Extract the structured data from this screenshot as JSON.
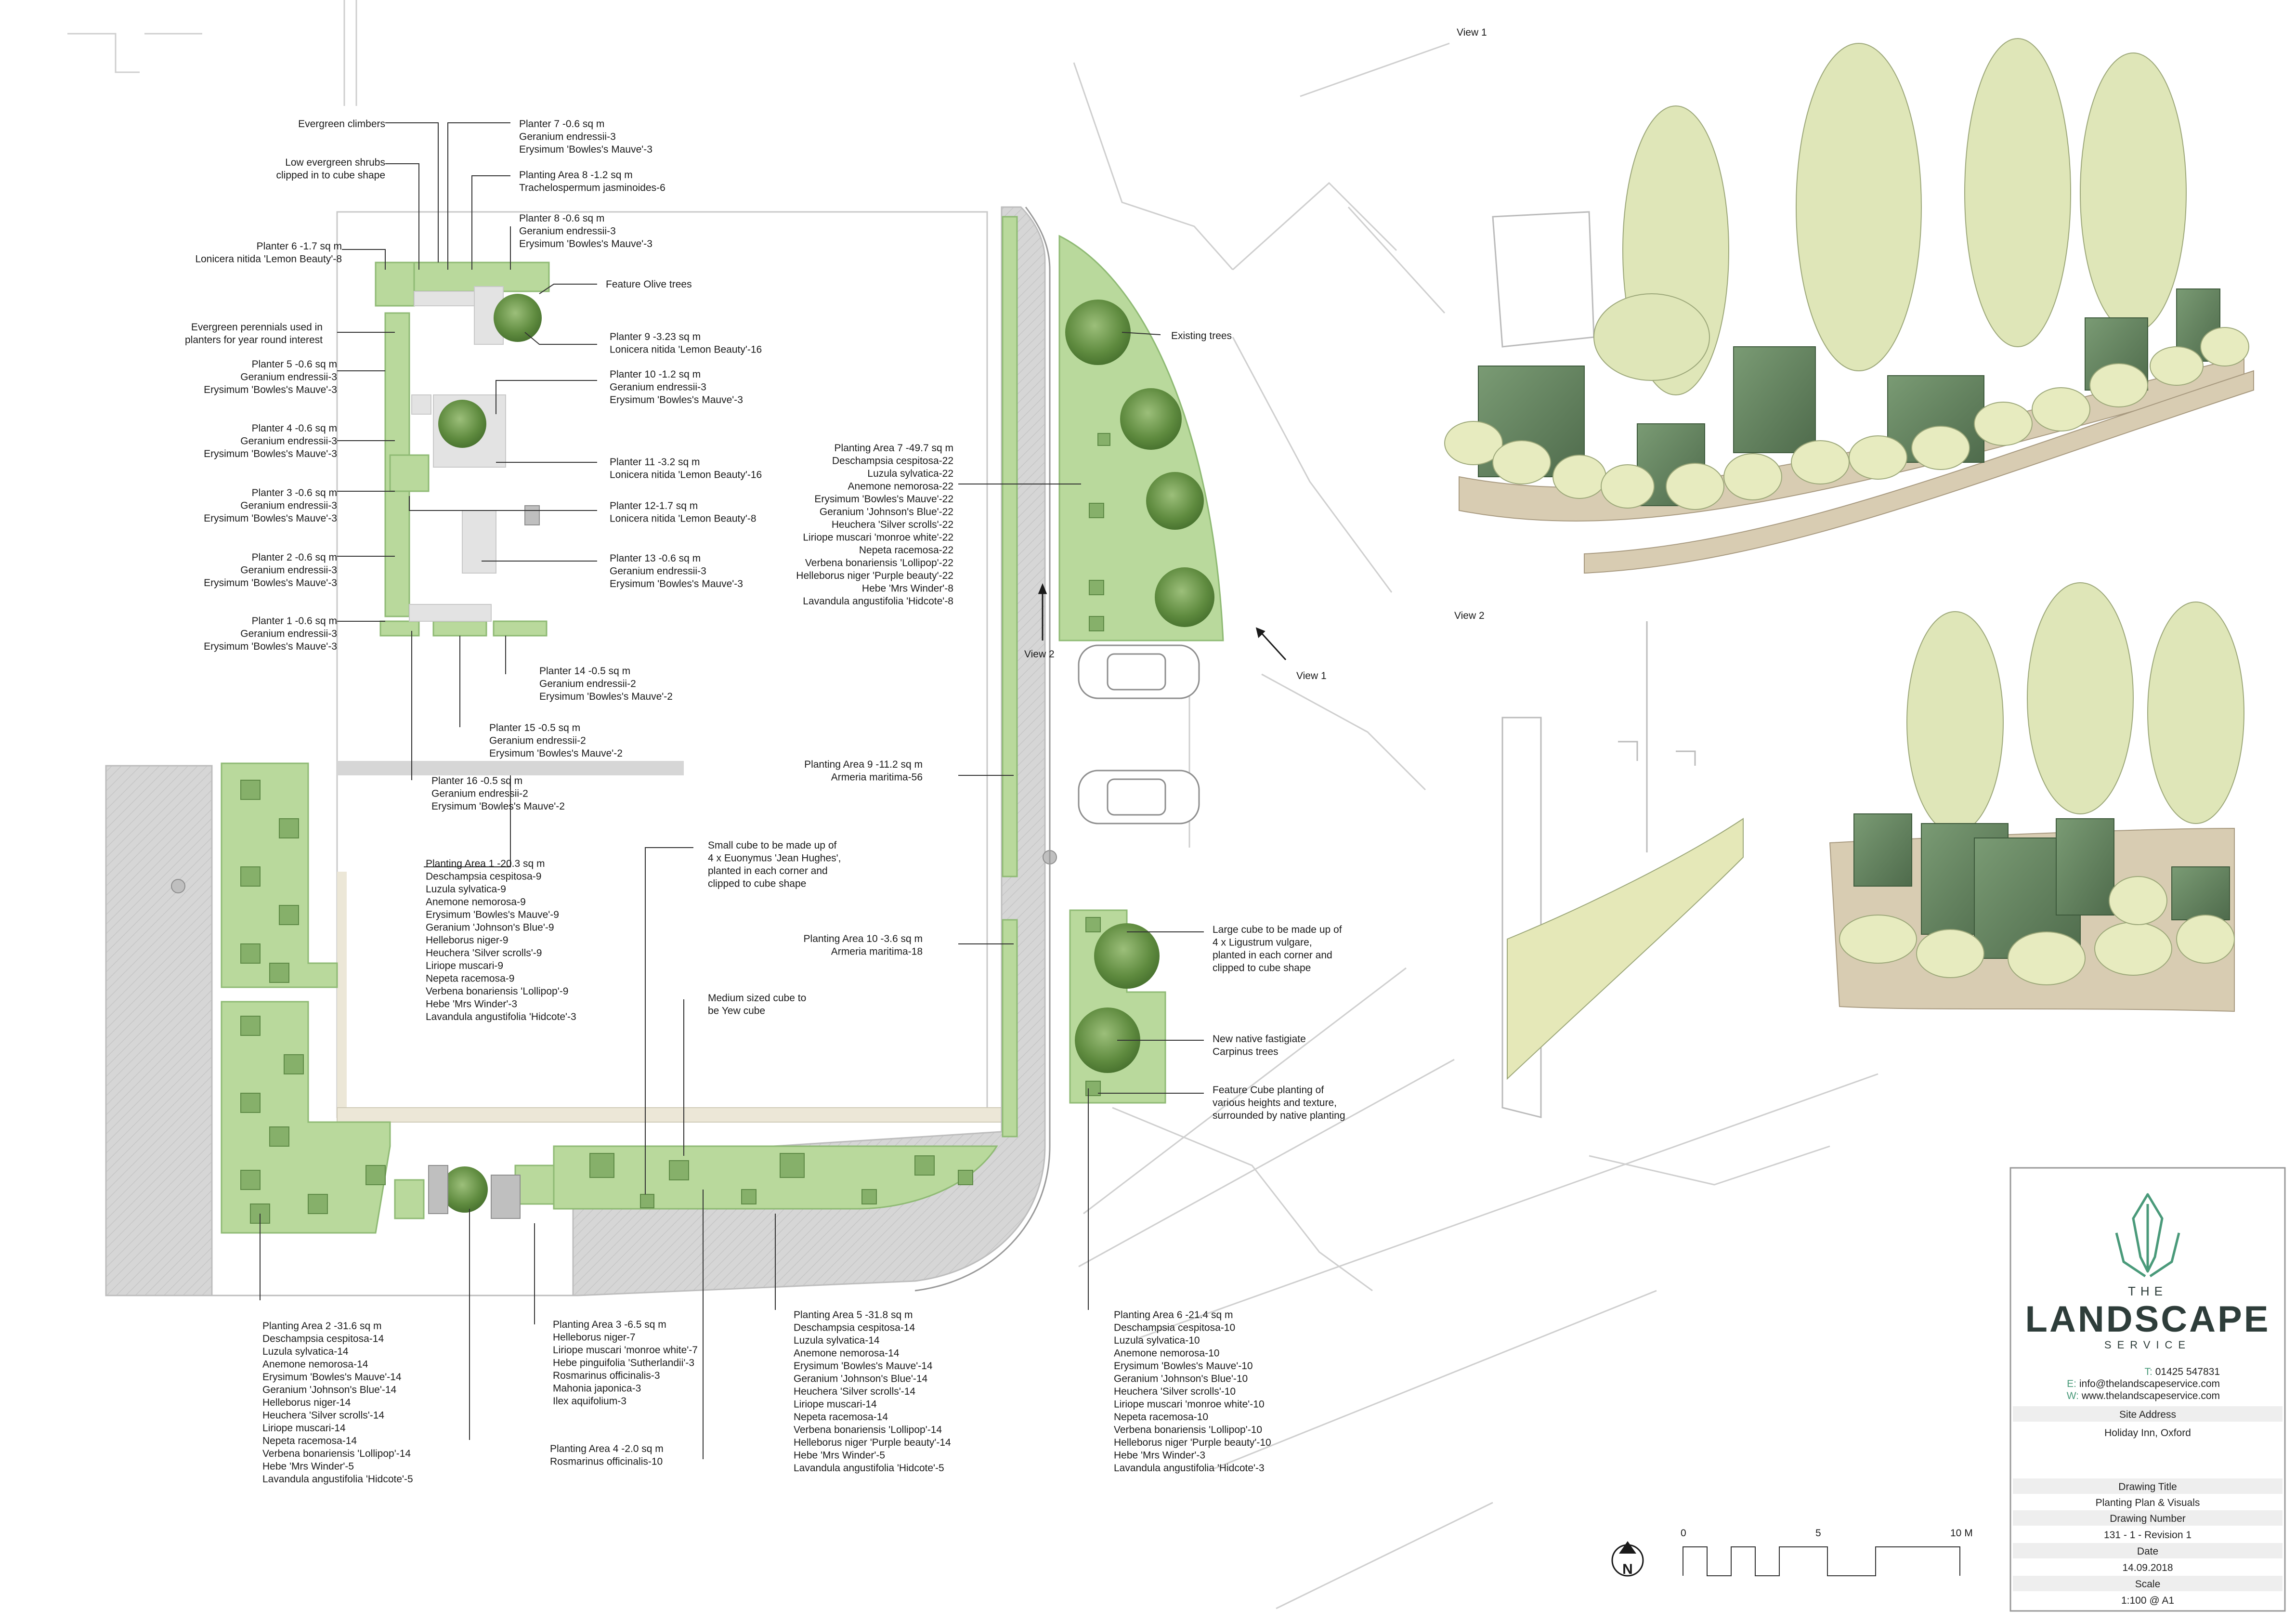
{
  "labels": {
    "evergreen_climbers": [
      "Evergreen climbers"
    ],
    "low_evergreen_shrubs": [
      "Low evergreen shrubs",
      "clipped in to cube shape"
    ],
    "planter6": [
      "Planter 6 -1.7 sq m",
      "Lonicera nitida 'Lemon Beauty'-8"
    ],
    "evergreen_perennials": [
      "Evergreen perennials used in",
      "planters for year round interest"
    ],
    "planter5": [
      "Planter 5 -0.6 sq m",
      "Geranium endressii-3",
      "Erysimum 'Bowles's Mauve'-3"
    ],
    "planter4": [
      "Planter 4 -0.6 sq m",
      "Geranium endressii-3",
      "Erysimum 'Bowles's Mauve'-3"
    ],
    "planter3": [
      "Planter 3 -0.6 sq m",
      "Geranium endressii-3",
      "Erysimum 'Bowles's Mauve'-3"
    ],
    "planter2": [
      "Planter 2 -0.6 sq m",
      "Geranium endressii-3",
      "Erysimum 'Bowles's Mauve'-3"
    ],
    "planter1": [
      "Planter 1 -0.6 sq m",
      "Geranium endressii-3",
      "Erysimum 'Bowles's Mauve'-3"
    ],
    "planter7": [
      "Planter 7 -0.6 sq m",
      "Geranium endressii-3",
      "Erysimum 'Bowles's Mauve'-3"
    ],
    "planting_area8": [
      "Planting Area 8 -1.2 sq m",
      "Trachelospermum jasminoides-6"
    ],
    "planter8": [
      "Planter 8 -0.6 sq m",
      "Geranium endressii-3",
      "Erysimum 'Bowles's Mauve'-3"
    ],
    "feature_olive": [
      "Feature Olive trees"
    ],
    "planter9": [
      "Planter 9 -3.23 sq m",
      "Lonicera nitida 'Lemon Beauty'-16"
    ],
    "planter10": [
      "Planter 10 -1.2 sq m",
      "Geranium endressii-3",
      "Erysimum 'Bowles's Mauve'-3"
    ],
    "planter11": [
      "Planter 11 -3.2 sq m",
      "Lonicera nitida 'Lemon Beauty'-16"
    ],
    "planter12": [
      "Planter 12-1.7 sq m",
      "Lonicera nitida 'Lemon Beauty'-8"
    ],
    "planter13": [
      "Planter 13 -0.6 sq m",
      "Geranium endressii-3",
      "Erysimum 'Bowles's Mauve'-3"
    ],
    "planter14": [
      "Planter 14 -0.5 sq m",
      "Geranium endressii-2",
      "Erysimum 'Bowles's Mauve'-2"
    ],
    "planter15": [
      "Planter 15 -0.5 sq m",
      "Geranium endressii-2",
      "Erysimum 'Bowles's Mauve'-2"
    ],
    "planter16": [
      "Planter 16 -0.5 sq m",
      "Geranium endressii-2",
      "Erysimum 'Bowles's Mauve'-2"
    ],
    "existing_trees": [
      "Existing trees"
    ],
    "planting_area7": [
      "Planting Area 7 -49.7 sq m",
      "Deschampsia cespitosa-22",
      "Luzula sylvatica-22",
      "Anemone nemorosa-22",
      "Erysimum 'Bowles's Mauve'-22",
      "Geranium 'Johnson's Blue'-22",
      "Heuchera 'Silver scrolls'-22",
      "Liriope muscari 'monroe white'-22",
      "Nepeta racemosa-22",
      "Verbena bonariensis 'Lollipop'-22",
      "Helleborus niger 'Purple beauty'-22",
      "Hebe 'Mrs Winder'-8",
      "Lavandula angustifolia 'Hidcote'-8"
    ],
    "view1_arrow": [
      "View 1"
    ],
    "view2_arrow": [
      "View 2"
    ],
    "planting_area9": [
      "Planting Area 9 -11.2 sq m",
      "Armeria maritima-56"
    ],
    "planting_area10": [
      "Planting Area 10 -3.6 sq m",
      "Armeria maritima-18"
    ],
    "small_cube": [
      "Small cube to be made up of",
      "4 x Euonymus 'Jean Hughes',",
      "planted in each corner and",
      "clipped to cube shape"
    ],
    "medium_cube": [
      "Medium sized cube to",
      "be Yew cube"
    ],
    "large_cube": [
      "Large cube to be made up of",
      "4 x Ligustrum vulgare,",
      "planted in each corner and",
      "clipped to cube shape"
    ],
    "new_native": [
      "New native fastigiate",
      "Carpinus trees"
    ],
    "feature_cube": [
      "Feature Cube planting of",
      "various heights and texture,",
      "surrounded by native planting"
    ],
    "planting_area1": [
      "Planting Area 1 -20.3 sq m",
      "Deschampsia cespitosa-9",
      "Luzula sylvatica-9",
      "Anemone nemorosa-9",
      "Erysimum 'Bowles's Mauve'-9",
      "Geranium 'Johnson's Blue'-9",
      "Helleborus niger-9",
      "Heuchera 'Silver scrolls'-9",
      "Liriope muscari-9",
      "Nepeta racemosa-9",
      "Verbena bonariensis 'Lollipop'-9",
      "Hebe 'Mrs Winder'-3",
      "Lavandula angustifolia 'Hidcote'-3"
    ],
    "planting_area2": [
      "Planting Area 2 -31.6 sq m",
      "Deschampsia cespitosa-14",
      "Luzula sylvatica-14",
      "Anemone nemorosa-14",
      "Erysimum 'Bowles's Mauve'-14",
      "Geranium 'Johnson's Blue'-14",
      "Helleborus niger-14",
      "Heuchera 'Silver scrolls'-14",
      "Liriope muscari-14",
      "Nepeta racemosa-14",
      "Verbena bonariensis 'Lollipop'-14",
      "Hebe 'Mrs Winder'-5",
      "Lavandula angustifolia 'Hidcote'-5"
    ],
    "planting_area3": [
      "Planting Area 3 -6.5 sq m",
      "Helleborus niger-7",
      "Liriope muscari 'monroe white'-7",
      "Hebe pinguifolia 'Sutherlandii'-3",
      "Rosmarinus officinalis-3",
      "Mahonia japonica-3",
      "Ilex aquifolium-3"
    ],
    "planting_area4": [
      "Planting Area 4 -2.0 sq m",
      "Rosmarinus officinalis-10"
    ],
    "planting_area5": [
      "Planting Area 5 -31.8 sq m",
      "Deschampsia cespitosa-14",
      "Luzula sylvatica-14",
      "Anemone nemorosa-14",
      "Erysimum 'Bowles's Mauve'-14",
      "Geranium 'Johnson's Blue'-14",
      "Heuchera 'Silver scrolls'-14",
      "Liriope muscari-14",
      "Nepeta racemosa-14",
      "Verbena bonariensis 'Lollipop'-14",
      "Helleborus niger 'Purple beauty'-14",
      "Hebe 'Mrs Winder'-5",
      "Lavandula angustifolia 'Hidcote'-5"
    ],
    "planting_area6": [
      "Planting Area 6 -21.4 sq m",
      "Deschampsia cespitosa-10",
      "Luzula sylvatica-10",
      "Anemone nemorosa-10",
      "Erysimum 'Bowles's Mauve'-10",
      "Geranium 'Johnson's Blue'-10",
      "Heuchera 'Silver scrolls'-10",
      "Liriope muscari 'monroe white'-10",
      "Nepeta racemosa-10",
      "Verbena bonariensis 'Lollipop'-10",
      "Helleborus niger 'Purple beauty'-10",
      "Hebe 'Mrs Winder'-3",
      "Lavandula angustifolia 'Hidcote'-3"
    ]
  },
  "views": {
    "view1": "View 1",
    "view2": "View 2"
  },
  "north": "N",
  "scale_bar": {
    "ticks": [
      "0",
      "5",
      "10 M"
    ]
  },
  "title_block": {
    "logo_the": "THE",
    "logo_main": "LANDSCAPE",
    "logo_service": "SERVICE",
    "phone_label": "T:",
    "phone": "01425 547831",
    "email_label": "E:",
    "email": "info@thelandscapeservice.com",
    "web_label": "W:",
    "web": "www.thelandscapeservice.com",
    "site_address_label": "Site Address",
    "site_address": "Holiday Inn, Oxford",
    "drawing_title_label": "Drawing Title",
    "drawing_title": "Planting Plan & Visuals",
    "drawing_number_label": "Drawing Number",
    "drawing_number": "131 - 1 - Revision 1",
    "date_label": "Date",
    "date": "14.09.2018",
    "scale_label": "Scale",
    "scale": "1:100 @ A1"
  },
  "colors": {
    "lawn": "#b9d99c",
    "lawn_edge": "#8fba74",
    "paving": "#d8d8d8",
    "path": "#ece7d7",
    "shrub": "#86b06a",
    "tree": "#6f9a4b",
    "brand": "#2e3d3a",
    "accent": "#4a9a7a"
  }
}
